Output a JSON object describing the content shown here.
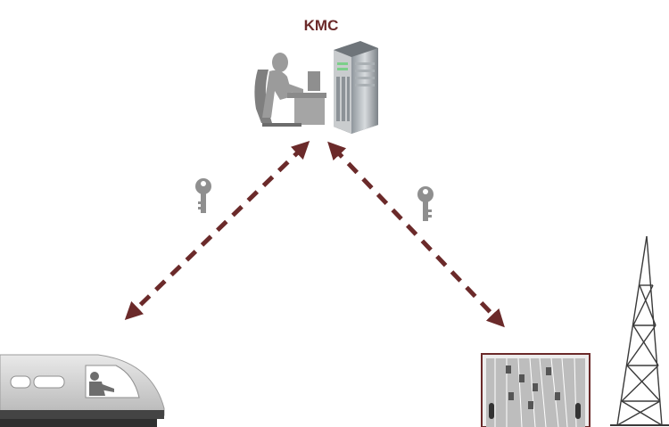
{
  "diagram": {
    "center_label": "KMC",
    "nodes": [
      {
        "id": "kmc",
        "icon": "operator-and-server-icon"
      },
      {
        "id": "train",
        "icon": "train-icon"
      },
      {
        "id": "wayside",
        "icon": "control-cabinet-icon"
      },
      {
        "id": "tower",
        "icon": "radio-tower-icon"
      }
    ],
    "links": [
      {
        "from": "kmc",
        "to": "train",
        "style": "dashed",
        "bidirectional": true,
        "icon": "key-icon"
      },
      {
        "from": "kmc",
        "to": "wayside",
        "style": "dashed",
        "bidirectional": true,
        "icon": "key-icon"
      }
    ]
  },
  "colors": {
    "accent": "#6b2a2a",
    "icon_gray": "#9a9a9a",
    "icon_dark": "#555555"
  }
}
